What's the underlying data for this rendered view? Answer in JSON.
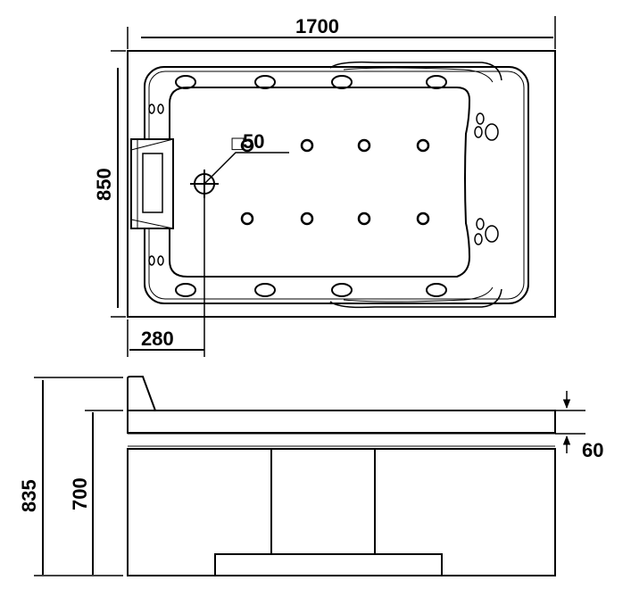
{
  "dimensions": {
    "length": "1700",
    "width": "850",
    "drain_offset": "280",
    "drain_diameter_symbol": "□",
    "drain_diameter": "50",
    "total_height": "835",
    "body_height": "700",
    "rim_thickness": "60"
  }
}
